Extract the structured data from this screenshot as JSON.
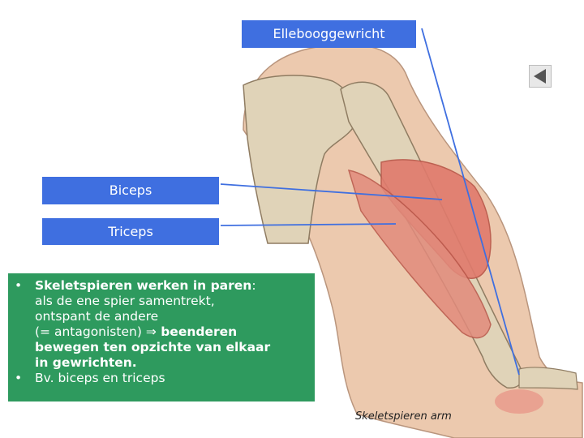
{
  "labels": {
    "elbow_joint": "Ellebooggewricht",
    "biceps": "Biceps",
    "triceps": "Triceps"
  },
  "info": {
    "item1": {
      "bold_lead": "Skeletspieren werken in paren",
      "colon": ":",
      "line2": "als de ene spier samentrekt,",
      "line3": "ontspant de andere",
      "line4_plain": "(= antagonisten) ",
      "arrow": "⇒",
      "line4_bold": " beenderen",
      "line5_bold": "bewegen ten opzichte van elkaar",
      "line6_bold": "in gewrichten."
    },
    "item2": "Bv. biceps en triceps",
    "bullet": "•"
  },
  "caption": "Skeletspieren arm",
  "colors": {
    "label_box": "#3f6fe0",
    "info_box": "#2e9a5e",
    "pointer_line": "#3f6fe0",
    "bone": "#e0d3b8",
    "skin": "#ecc9ae",
    "muscle": "#e07a6c"
  },
  "icons": {
    "nav": "back-arrow-icon"
  }
}
